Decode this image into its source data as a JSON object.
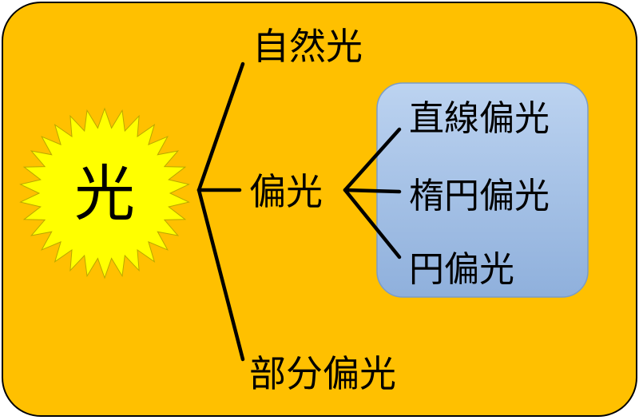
{
  "diagram": {
    "root": {
      "label": "光"
    },
    "branches": {
      "natural": {
        "label": "自然光"
      },
      "polarized": {
        "label": "偏光"
      },
      "partial": {
        "label": "部分偏光"
      }
    },
    "polarized_types": {
      "linear": {
        "label": "直線偏光"
      },
      "elliptical": {
        "label": "楕円偏光"
      },
      "circular": {
        "label": "円偏光"
      }
    }
  },
  "colors": {
    "panel_fill": "#ffc000",
    "panel_border": "#000000",
    "sun_fill": "#ffff00",
    "sun_stroke": "#b8a800",
    "sub_box_top": "#bcd3f0",
    "sub_box_bottom": "#8fb0dc",
    "sub_box_border": "#7a9cc8",
    "line": "#000000",
    "text": "#000000"
  }
}
